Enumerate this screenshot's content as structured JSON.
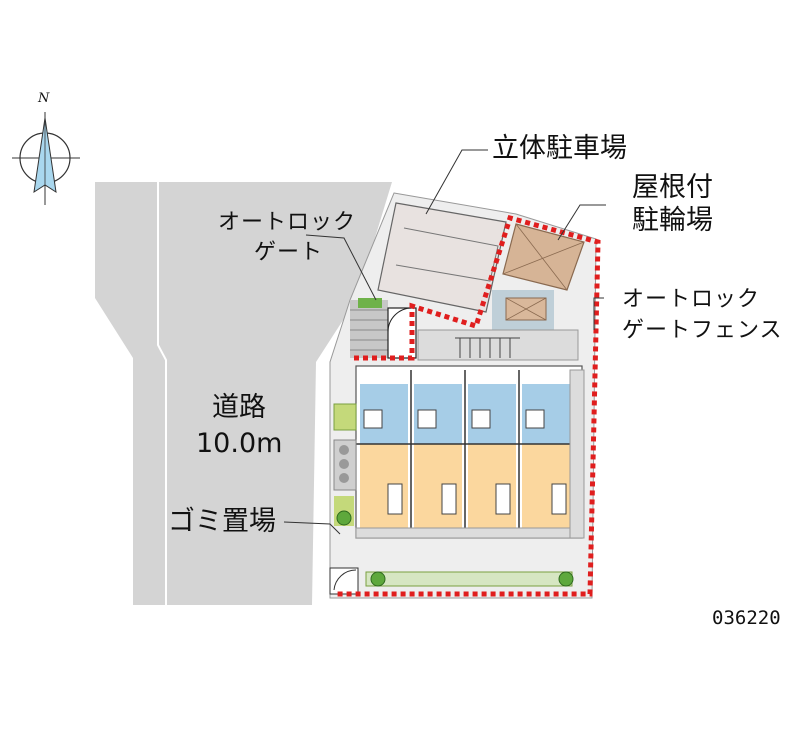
{
  "map": {
    "compass_label": "N",
    "code": "036220",
    "labels": {
      "parking_structure": "立体駐車場",
      "covered_bike_parking": [
        "屋根付",
        "駐輪場"
      ],
      "autolock_gate": [
        "オートロック",
        "ゲート"
      ],
      "autolock_gate_fence": [
        "オートロック",
        "ゲートフェンス"
      ],
      "road": [
        "道路",
        "10.0m"
      ],
      "garbage_area": "ゴミ置場"
    },
    "colors": {
      "road": "#d4d4d4",
      "lot": "#eeeeee",
      "fence": "#e01e1e",
      "room_floor": "#fbd79e",
      "wet_area": "#a6cde7",
      "green": "#5ea83c",
      "compass_fill": "#a9d7ee"
    }
  }
}
